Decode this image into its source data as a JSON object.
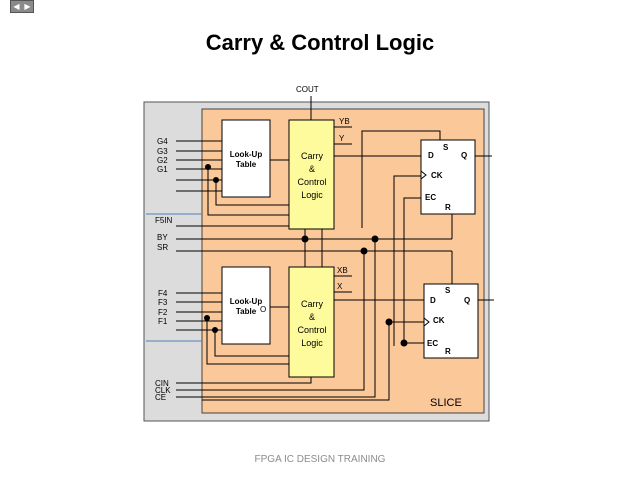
{
  "slide": {
    "title": "Carry & Control Logic",
    "footer": "FPGA IC DESIGN TRAINING"
  },
  "diagram": {
    "slice_label": "SLICE",
    "cout_label": "COUT",
    "top_inputs": [
      "G4",
      "G3",
      "G2",
      "G1"
    ],
    "bottom_inputs": [
      "F4",
      "F3",
      "F2",
      "F1"
    ],
    "side_inputs": [
      "F5IN",
      "BY",
      "SR"
    ],
    "bottom_pins": [
      "CIN",
      "CLK",
      "CE"
    ],
    "top_outputs": [
      "YB",
      "Y"
    ],
    "bottom_outputs": [
      "XB",
      "X"
    ],
    "lut_label": [
      "Look-Up",
      "Table"
    ],
    "lut_output": "O",
    "carry_label": [
      "Carry",
      "&",
      "Control",
      "Logic"
    ],
    "ff_pins": {
      "s": "S",
      "d": "D",
      "q": "Q",
      "ck": "CK",
      "ec": "EC",
      "r": "R"
    },
    "colors": {
      "slice_bg": "#dcdcdc",
      "fill_area": "#fbc89a",
      "carry_fill": "#fdfb9c",
      "accent_line": "#4f81bd"
    }
  }
}
